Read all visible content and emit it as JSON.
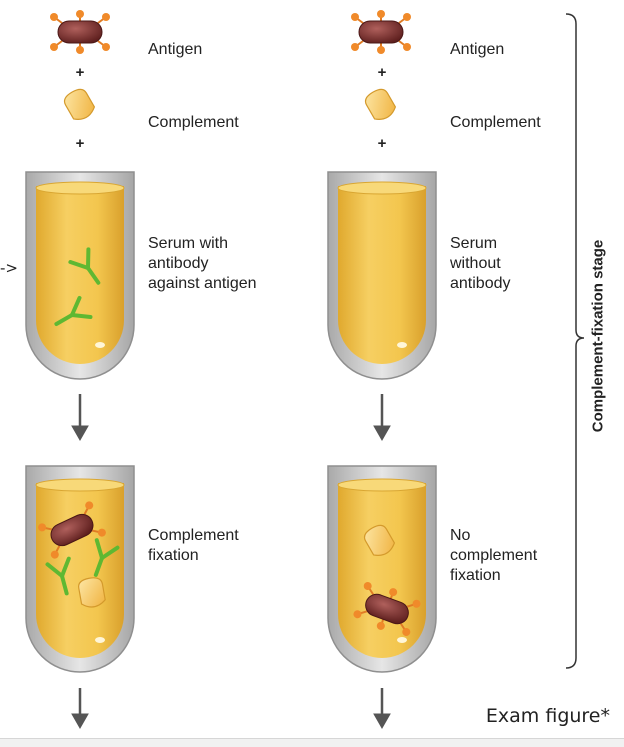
{
  "left_column": {
    "antigen_label": "Antigen",
    "complement_label": "Complement",
    "serum_label": "Serum with\nantibody\nagainst antigen",
    "result_label": "Complement\nfixation"
  },
  "right_column": {
    "antigen_label": "Antigen",
    "complement_label": "Complement",
    "serum_label": "Serum\nwithout\nantibody",
    "result_label": "No\ncomplement\nfixation"
  },
  "plus_sign": "+",
  "stage_label": "Complement-fixation stage",
  "marker": "->",
  "caption": "Exam figure*",
  "colors": {
    "serum": "#f3c64e",
    "tube_glass": "#c9c9c9",
    "antigen": "#7a2f2e",
    "antigen_knob": "#f08a2a",
    "complement": "#f6c45a",
    "antibody": "#7ac943",
    "arrow": "#555555"
  }
}
